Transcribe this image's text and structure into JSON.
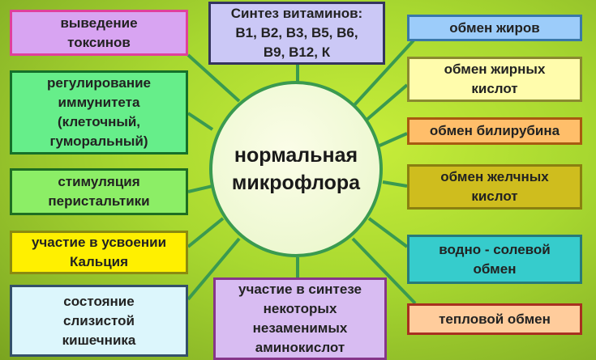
{
  "center": "нормальная\nмикрофлора",
  "boxes": {
    "toxins": "выведение\nтоксинов",
    "vitamins": "Синтез витаминов:\nB1, B2, B3, B5, B6,\nB9, B12, К",
    "immunity": "регулирование\nиммунитета\n(клеточный,\nгуморальный)",
    "peristalsis": "стимуляция\nперистальтики",
    "calcium": "участие в усвоении\nКальция",
    "mucosa": "состояние\nслизистой\nкишечника",
    "amino": "участие в синтезе\nнекоторых\nнезаменимых\nаминокислот",
    "fats": "обмен жиров",
    "fatty_acids": "обмен жирных\nкислот",
    "bilirubin": "обмен билирубина",
    "bile_acids": "обмен желчных\nкислот",
    "water_salt": "водно - солевой\nобмен",
    "heat": "тепловой обмен"
  }
}
